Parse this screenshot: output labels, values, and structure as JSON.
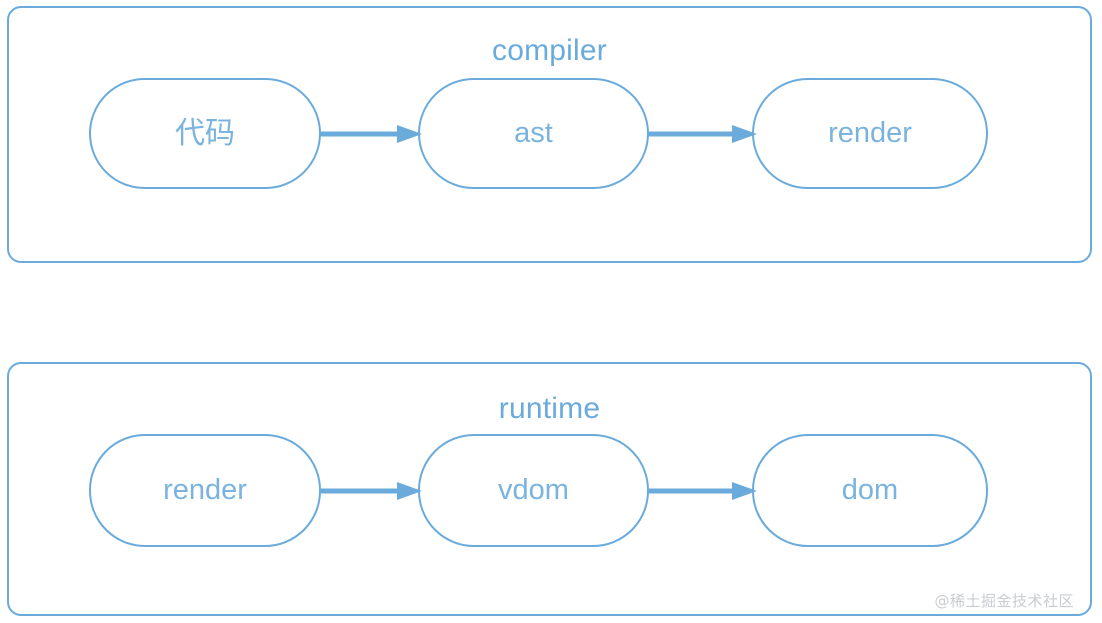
{
  "diagram": {
    "stroke_color": "#6aabdc",
    "node_text_color": "#7ab4de",
    "title_color": "#6aabdc",
    "background_color": "#ffffff",
    "watermark_color": "#c9ccd1",
    "groups": [
      {
        "id": "compiler",
        "title": "compiler",
        "nodes": [
          {
            "id": "code",
            "label": "代码"
          },
          {
            "id": "ast",
            "label": "ast"
          },
          {
            "id": "render1",
            "label": "render"
          }
        ],
        "arrows": [
          {
            "id": "code-ast",
            "from": "代码",
            "to": "ast"
          },
          {
            "id": "ast-render",
            "from": "ast",
            "to": "render"
          }
        ]
      },
      {
        "id": "runtime",
        "title": "runtime",
        "nodes": [
          {
            "id": "render2",
            "label": "render"
          },
          {
            "id": "vdom",
            "label": "vdom"
          },
          {
            "id": "dom",
            "label": "dom"
          }
        ],
        "arrows": [
          {
            "id": "render-vdom",
            "from": "render",
            "to": "vdom"
          },
          {
            "id": "vdom-dom",
            "from": "vdom",
            "to": "dom"
          }
        ]
      }
    ]
  },
  "watermark": {
    "text": "@稀土掘金技术社区"
  }
}
